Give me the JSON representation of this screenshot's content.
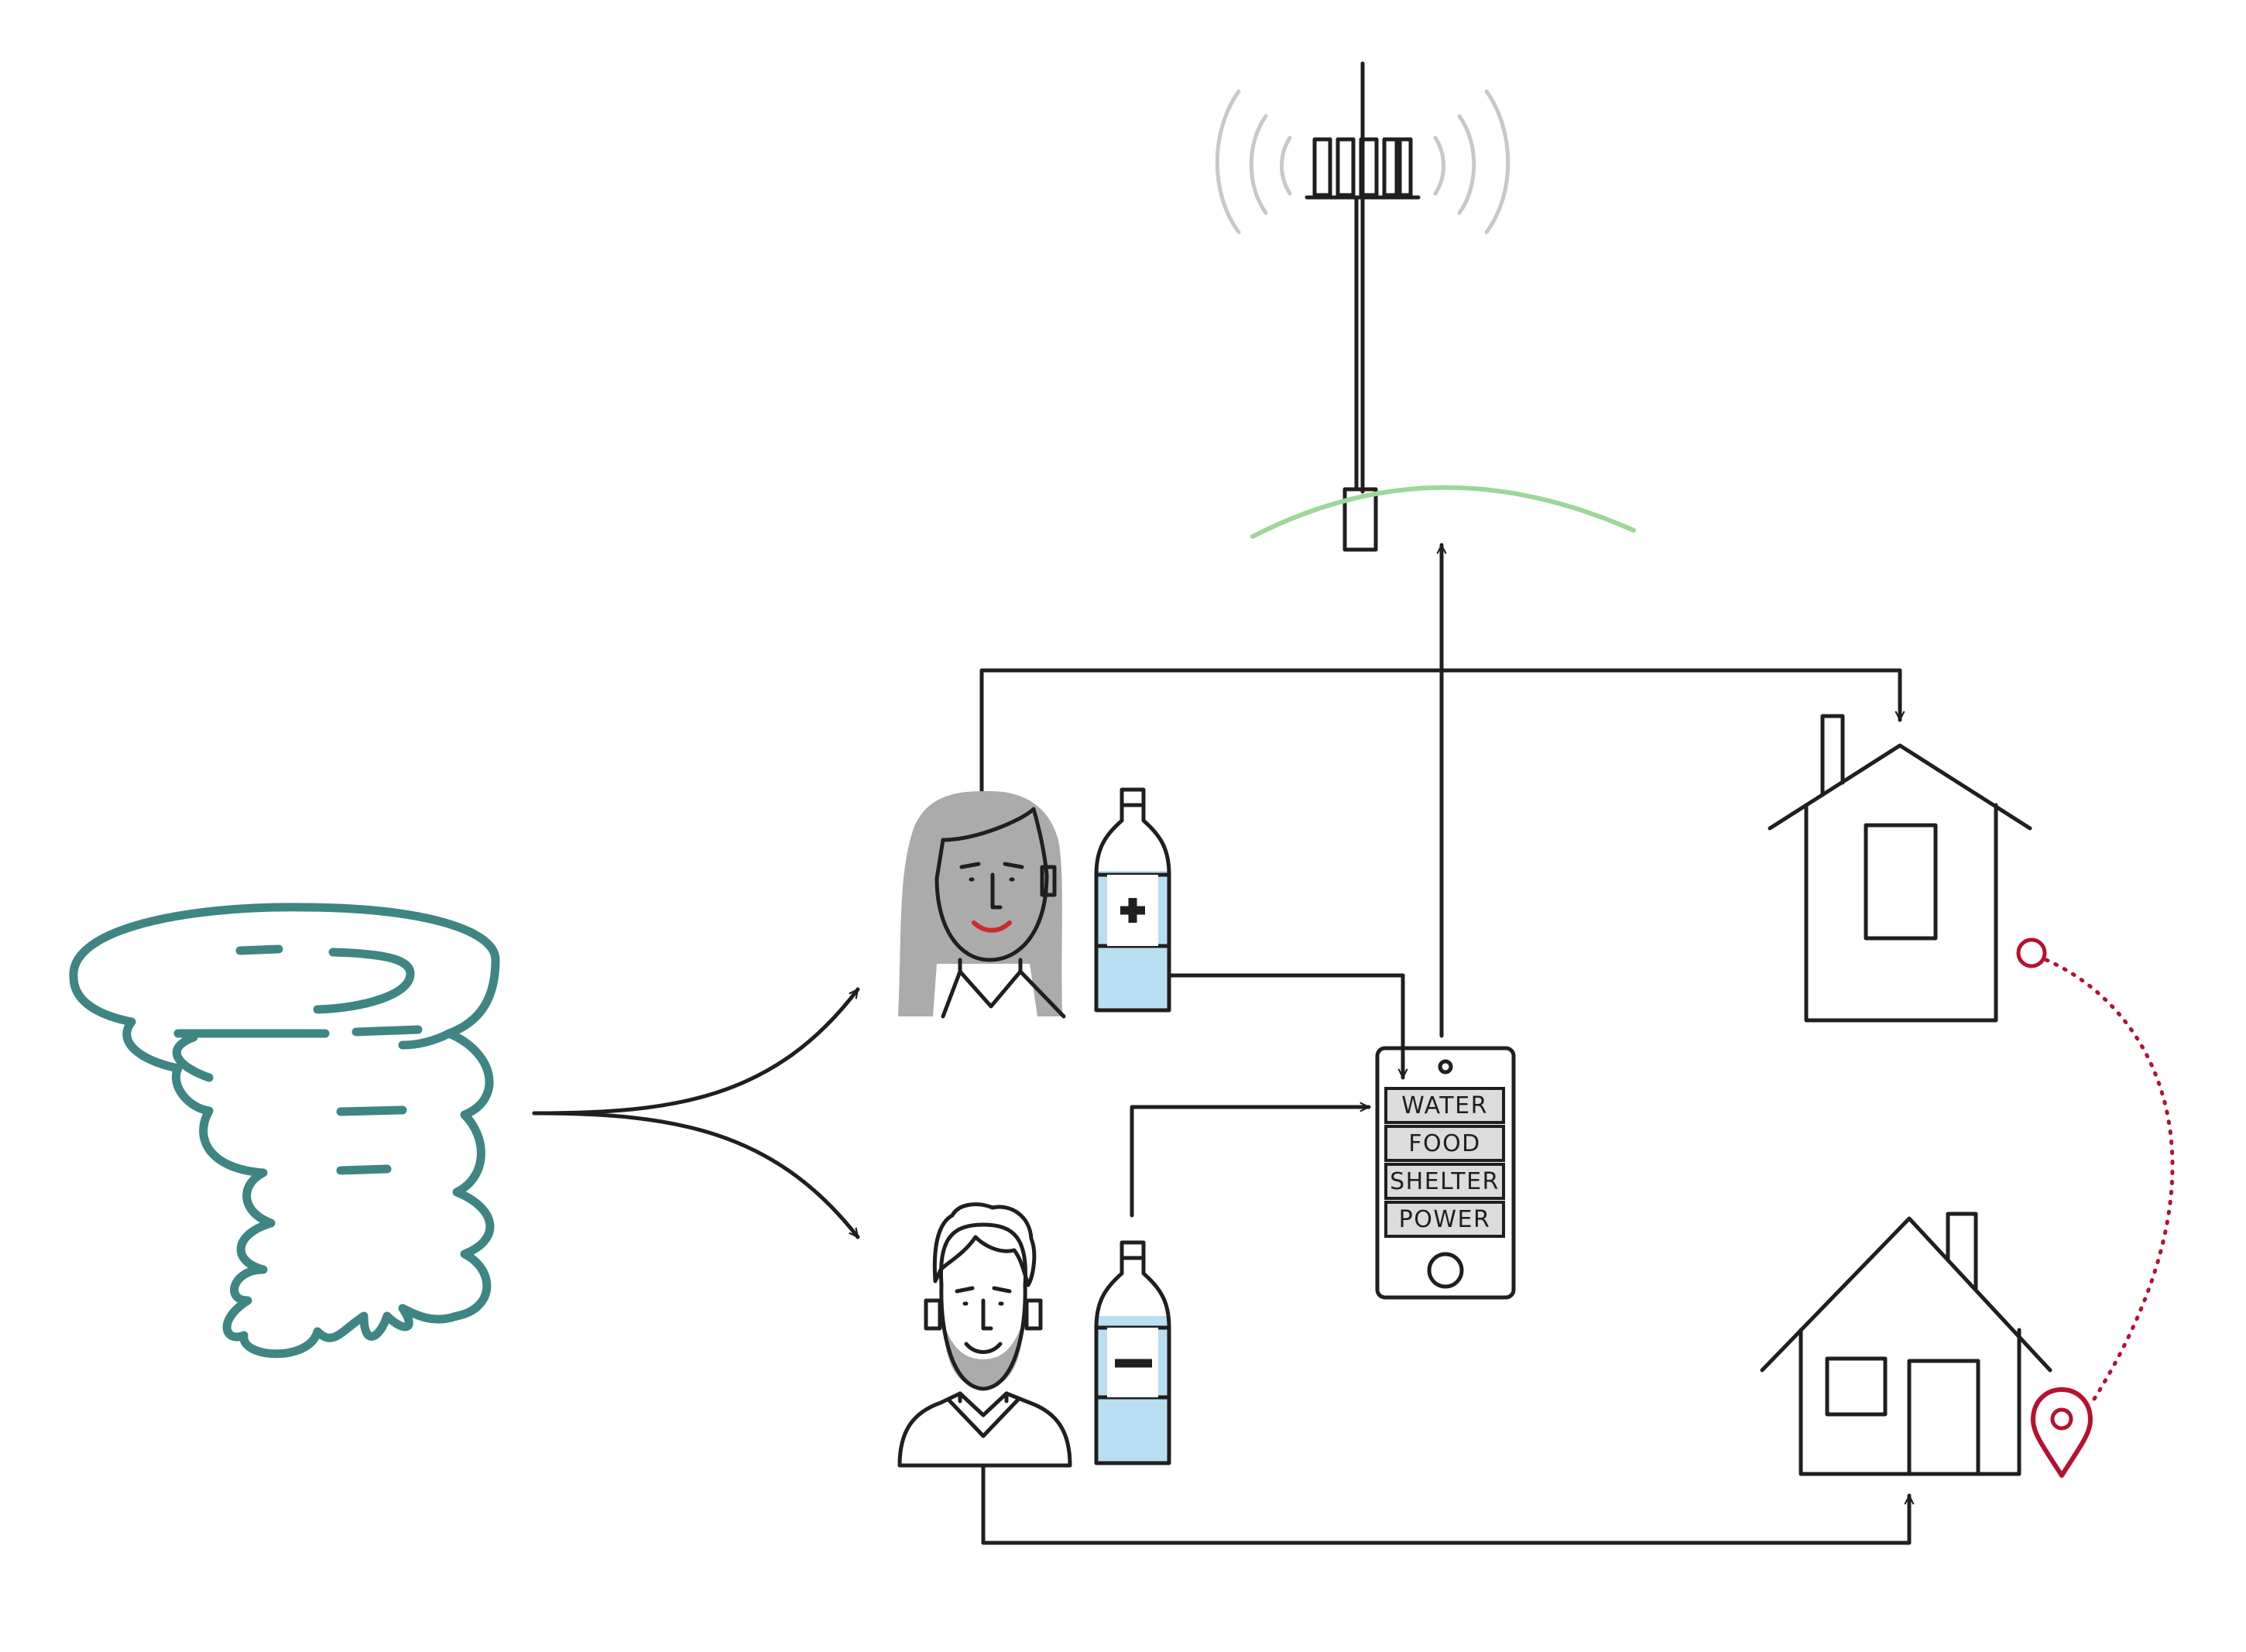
{
  "phone": {
    "menu_items": [
      "WATER",
      "FOOD",
      "SHELTER",
      "POWER"
    ]
  },
  "colors": {
    "tornado": "#3e8583",
    "line": "#1f1f1f",
    "signal_waves": "#c8c8c8",
    "coverage_arc": "#9ed69a",
    "location_pin": "#b8102e",
    "water": "#b9def2",
    "hair": "#ababab",
    "window_fill": "#dcdcdc",
    "lips": "#cc2b2b"
  },
  "icons": {
    "tornado": "tornado-icon",
    "tower": "cell-tower-icon",
    "woman": "woman-avatar-icon",
    "man": "man-avatar-icon",
    "bottle_plus": "water-bottle-plus-icon",
    "bottle_minus": "water-bottle-minus-icon",
    "phone": "smartphone-icon",
    "house_top": "house-icon",
    "house_bottom": "house-icon",
    "pin": "location-pin-icon"
  }
}
